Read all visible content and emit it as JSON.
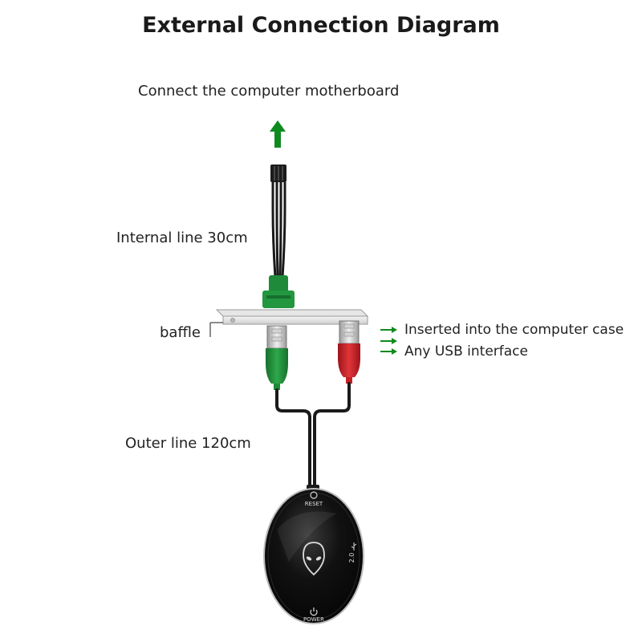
{
  "title": "External Connection Diagram",
  "labels": {
    "motherboard": "Connect the computer motherboard",
    "internal_line": "Internal line 30cm",
    "baffle": "baffle",
    "outer_line": "Outer line 120cm",
    "case": "Inserted into the computer case",
    "usb": "Any USB interface"
  },
  "device": {
    "reset_label": "RESET",
    "power_label": "POWER",
    "usb_version": "2.0"
  },
  "colors": {
    "arrow": "#0f8a1f",
    "green_plug": "#1e8a3a",
    "red_plug": "#c61f24",
    "cable": "#1a1a1a",
    "device_body": "#0d0d0d",
    "text": "#222222"
  },
  "icons": [
    "up-arrow-icon",
    "right-arrow-icon",
    "alien-logo-icon",
    "power-icon",
    "reset-icon",
    "usb-symbol-icon"
  ]
}
